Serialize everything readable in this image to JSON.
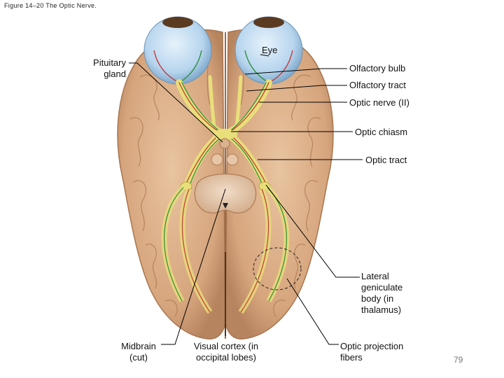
{
  "figure_title": "Figure 14–20 The Optic Nerve.",
  "labels": {
    "pituitary_gland": "Pituitary gland",
    "eye": "Eye",
    "olfactory_bulb": "Olfactory bulb",
    "olfactory_tract": "Olfactory tract",
    "optic_nerve": "Optic nerve (II)",
    "optic_chiasm": "Optic chiasm",
    "optic_tract": "Optic tract",
    "lateral_geniculate": "Lateral geniculate body (in thalamus)",
    "midbrain": "Midbrain (cut)",
    "visual_cortex": "Visual cortex (in occipital lobes)",
    "optic_projection": "Optic projection fibers"
  },
  "page_number": "79",
  "colors": {
    "brain": "#dcae86",
    "brain_shadow": "#b98760",
    "sulcus": "#a8754f",
    "eye": "#bcd8ef",
    "iris": "#5a3b22",
    "optic_pathway": "#e8df7a",
    "fiber_green": "#2f8f3a",
    "fiber_red": "#c23a3a",
    "leader": "#000000"
  }
}
